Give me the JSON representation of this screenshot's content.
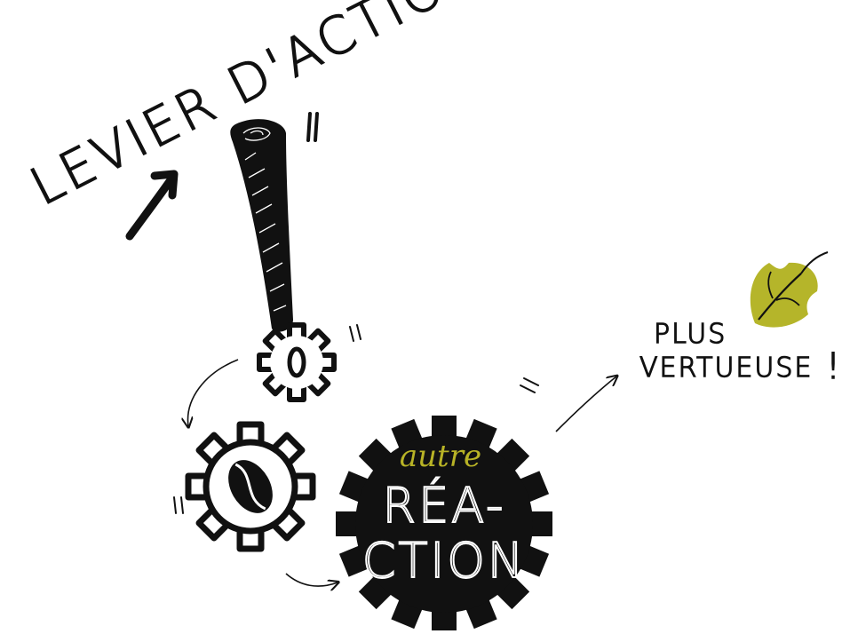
{
  "lever_label": "LEVIER D'ACTION",
  "plus_label": "PLUS",
  "vertueuse_label": "VERTUEUSE",
  "exclamation": "!",
  "gear_script": "autre",
  "gear_line1": "RÉA-",
  "gear_line2": "CTION",
  "colors": {
    "ink": "#111111",
    "accent": "#b8b326",
    "leaf": "#b5b52a",
    "paper": "#ffffff"
  },
  "icons": [
    "lever-handle-icon",
    "small-gear-icon",
    "coffee-bean-gear-icon",
    "big-gear-icon",
    "leaf-icon",
    "arrow-icon"
  ]
}
